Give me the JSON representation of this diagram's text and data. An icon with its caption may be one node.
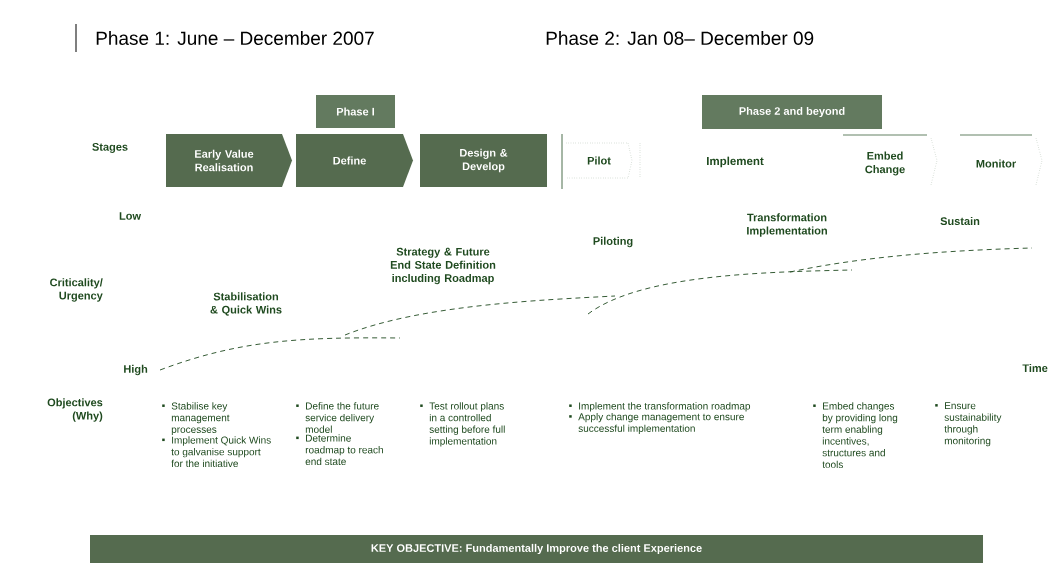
{
  "diagram": {
    "nodes": [
      {
        "text": [
          "Phase I"
        ]
      },
      {
        "text": [
          "Phase 2 and beyond"
        ]
      },
      {
        "text": [
          "Early Value Realisation"
        ]
      },
      {
        "text": [
          "Define"
        ]
      },
      {
        "text": [
          "Design & Develop"
        ]
      },
      {
        "text": [
          "Pilot"
        ]
      },
      {
        "text": [
          "Embed Change"
        ]
      },
      {
        "text": [
          "Monitor"
        ]
      },
      {
        "text": [
          "KEY OBJECTIVE:  Fundamentally Improve the client Experience"
        ]
      }
    ],
    "labels": [
      "Phase 1:  June – December 2007",
      "Phase 2:  Jan 08– December 09",
      "Stages",
      "Implement",
      "Low",
      "Transformation Implementation",
      "Sustain",
      "Strategy & Future End State Definition including Roadmap",
      "Piloting",
      "Criticality/ Urgency",
      "Stabilisation & Quick Wins",
      "High",
      "Time",
      "Objectives (Why)",
      "Stabilise key management processes",
      "Implement Quick Wins to galvanise support for the initiative",
      "Define the future service delivery model",
      "Determine roadmap to reach end state",
      "Test rollout plans in a controlled setting before full implementation",
      "Implement the transformation roadmap",
      "Apply change management to ensure successful implementation",
      "Embed changes by providing long term enabling incentives, structures and tools",
      "Ensure sustainability through monitoring"
    ]
  }
}
